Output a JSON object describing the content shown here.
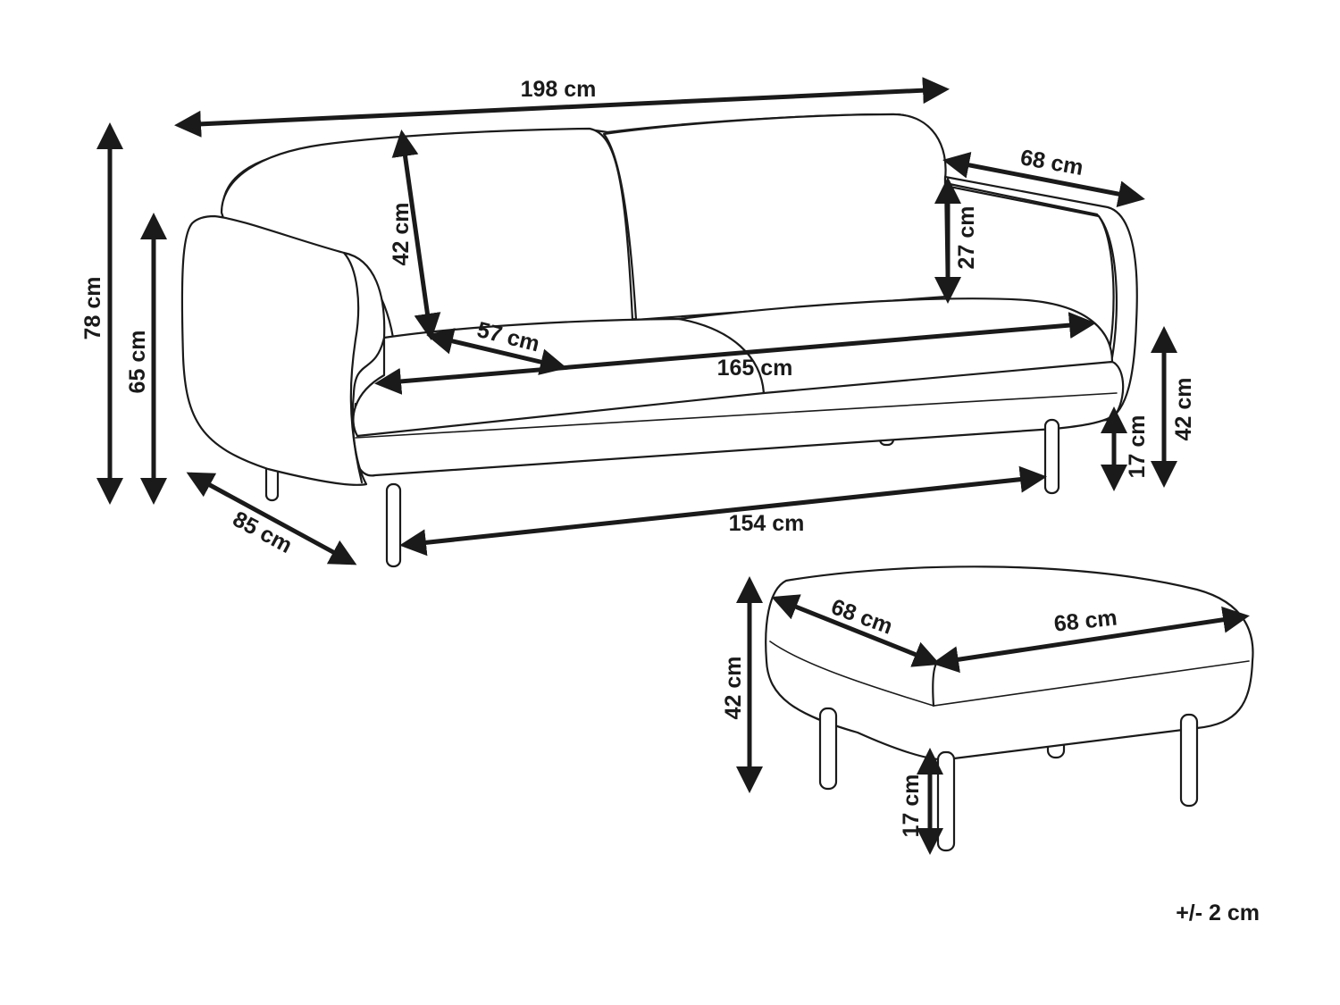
{
  "sofa": {
    "total_width": "198 cm",
    "total_height": "78 cm",
    "armrest_height": "65 cm",
    "depth": "85 cm",
    "backrest_height": "42 cm",
    "armrest_depth": "68 cm",
    "armrest_above_seat": "27 cm",
    "seat_depth": "57 cm",
    "seat_width": "165 cm",
    "leg_span": "154 cm",
    "seat_height": "42 cm",
    "leg_height": "17 cm"
  },
  "ottoman": {
    "depth": "68 cm",
    "width": "68 cm",
    "height": "42 cm",
    "leg_height": "17 cm"
  },
  "tolerance": "+/- 2 cm"
}
